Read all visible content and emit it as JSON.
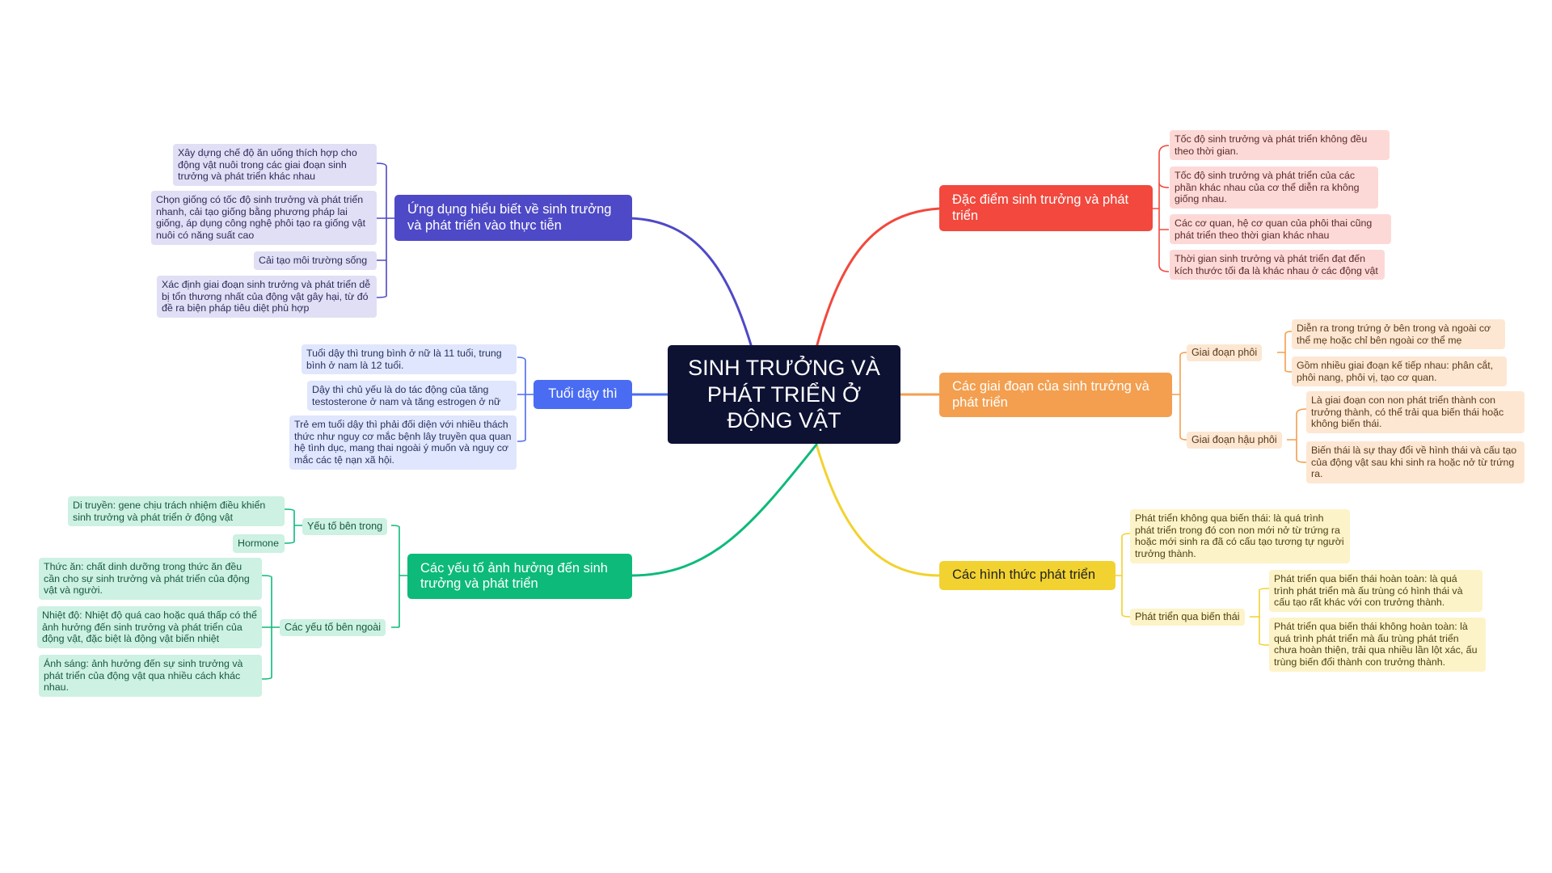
{
  "central": "SINH TRƯỞNG VÀ PHÁT TRIỂN Ở ĐỘNG VẬT",
  "colors": {
    "central": "#0d1233",
    "red": "#f2483d",
    "orange": "#f39f4f",
    "yellow": "#f2d230",
    "green": "#0dba7a",
    "blue": "#4a6cf2",
    "indigo": "#4e49c6"
  },
  "branches": {
    "dac_diem": {
      "title": "Đặc điểm sinh trưởng và phát triển",
      "items": [
        "Tốc độ sinh trưởng và phát triển không đều theo thời gian.",
        "Tốc độ sinh trưởng và phát triển của các phần khác nhau của cơ thể diễn ra không giống nhau.",
        "Các cơ quan, hệ cơ quan của phôi thai cũng phát triển theo thời gian khác nhau",
        "Thời gian sinh trưởng và phát triển đạt đến kích thước tối đa là khác nhau ở các động vật"
      ]
    },
    "giai_doan": {
      "title": "Các giai đoạn của sinh trưởng và phát triển",
      "phoi": {
        "label": "Giai đoạn phôi",
        "items": [
          "Diễn ra trong trứng ở bên trong và ngoài cơ thể mẹ hoặc chỉ bên ngoài cơ thể mẹ",
          "Gồm nhiều giai đoạn kế tiếp nhau: phân cắt, phôi nang, phôi vị, tạo cơ quan."
        ]
      },
      "hau_phoi": {
        "label": "Giai đoạn hậu phôi",
        "items": [
          "Là giai đoạn con non phát triển thành con trưởng thành, có thể trải qua biến thái hoặc không biến thái.",
          "Biến thái là sự thay đổi về hình thái và cấu tạo của động vật sau khi sinh ra hoặc nở từ trứng ra."
        ]
      }
    },
    "hinh_thuc": {
      "title": "Các hình thức phát triển",
      "khong_bien_thai": "Phát triển không qua biến thái: là quá trình phát triển trong đó con non mới nở từ trứng ra hoặc mới sinh ra đã có cấu tạo tương tự người trưởng thành.",
      "bien_thai": {
        "label": "Phát triển qua biến thái",
        "items": [
          "Phát triển qua biến thái hoàn toàn: là quá trình phát triển mà ấu trùng có hình thái và cấu tạo rất khác với con trưởng thành.",
          "Phát triển qua biến thái không hoàn toàn: là quá trình phát triển mà ấu trùng phát triển chưa hoàn thiện, trải qua nhiều lần lột xác, ấu trùng biến đổi thành con trưởng thành."
        ]
      }
    },
    "yeu_to": {
      "title": "Các yếu tố ảnh hưởng đến sinh trưởng và phát triển",
      "ben_trong": {
        "label": "Yếu tố bên trong",
        "items": [
          "Di truyền: gene chịu trách nhiệm điều khiển sinh trưởng và phát triển ở động vật",
          "Hormone"
        ]
      },
      "ben_ngoai": {
        "label": "Các yếu tố bên ngoài",
        "items": [
          "Thức ăn: chất dinh dưỡng trong thức ăn đều cần cho sự sinh trưởng và phát triển của động vật và người.",
          "Nhiệt độ: Nhiệt độ quá cao hoặc quá thấp có thể ảnh hưởng đến sinh trưởng và phát triển của động vật, đặc biệt là động vật biến nhiệt",
          "Ánh sáng: ảnh hưởng đến sự sinh trưởng và phát triển của động vật qua nhiều cách khác nhau."
        ]
      }
    },
    "day_thi": {
      "title": "Tuổi dậy thì",
      "items": [
        "Tuổi dậy thì trung bình ở nữ là 11 tuổi, trung bình ở nam là 12 tuổi.",
        "Dậy thì chủ yếu là do tác động của tăng testosterone ở nam và tăng estrogen ở nữ",
        "Trẻ em tuổi dậy thì phải đối diện với nhiều thách thức như nguy cơ mắc bệnh lây truyền qua quan hệ tình dục, mang thai ngoài ý muốn và nguy cơ mắc các tệ nạn xã hội."
      ]
    },
    "ung_dung": {
      "title": "Ứng dụng hiểu biết về sinh trưởng và phát triển vào thực tiễn",
      "items": [
        "Xây dựng chế độ ăn uống thích hợp cho động vật nuôi trong các giai đoạn sinh trưởng và phát triển khác nhau",
        "Chọn giống có tốc độ sinh trưởng và phát triển nhanh, cải tạo giống bằng phương pháp lai giống, áp dụng công nghệ phôi tạo ra giống vật nuôi có năng suất cao",
        "Cải tạo môi trường sống",
        "Xác định giai đoạn sinh trưởng và phát triển dễ bị tổn thương nhất của động vật gây hại, từ đó đề ra biện pháp tiêu diệt phù hợp"
      ]
    }
  }
}
